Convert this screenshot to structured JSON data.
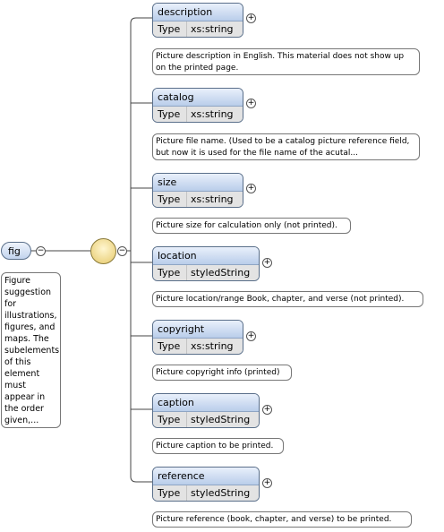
{
  "type_key": "Type",
  "root": {
    "name": "fig",
    "annotation": "Figure suggestion for illustrations, figures, and maps. The subelements of this element must appear in the order given,..."
  },
  "collapse_symbol": "−",
  "expand_symbol": "+",
  "elements": [
    {
      "name": "description",
      "type": "xs:string",
      "annotation": "Picture description in English. This material does not show up on the printed page."
    },
    {
      "name": "catalog",
      "type": "xs:string",
      "annotation": "Picture file name. (Used to be a catalog picture reference field, but now it is used for the file name of the acutal..."
    },
    {
      "name": "size",
      "type": "xs:string",
      "annotation": "Picture size for calculation only (not printed)."
    },
    {
      "name": "location",
      "type": "styledString",
      "annotation": "Picture location/range Book, chapter, and verse (not printed)."
    },
    {
      "name": "copyright",
      "type": "xs:string",
      "annotation": "Picture copyright info (printed)"
    },
    {
      "name": "caption",
      "type": "styledString",
      "annotation": "Picture caption to be printed."
    },
    {
      "name": "reference",
      "type": "styledString",
      "annotation": "Picture reference (book, chapter, and verse) to be printed."
    }
  ]
}
